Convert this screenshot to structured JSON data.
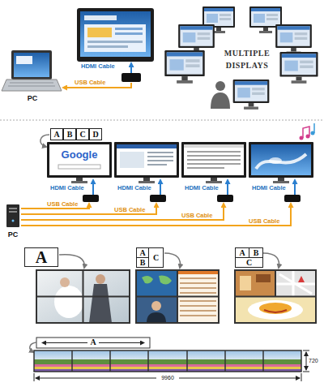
{
  "diagram": {
    "nodes": [
      {
        "text": [
          "PC"
        ]
      },
      {
        "text": [
          "A"
        ]
      },
      {
        "text": [
          "B"
        ]
      },
      {
        "text": [
          "C"
        ]
      },
      {
        "text": [
          "D"
        ]
      },
      {
        "text": [
          "PC"
        ]
      },
      {
        "text": [
          "A"
        ]
      },
      {
        "text": [
          "A"
        ]
      },
      {
        "text": [
          "B"
        ]
      },
      {
        "text": [
          "C"
        ]
      },
      {
        "text": [
          "A"
        ]
      },
      {
        "text": [
          "B"
        ]
      },
      {
        "text": [
          "C"
        ]
      }
    ],
    "labels": [
      "HDMI Cable",
      "USB Cable",
      "MULTIPLE DISPLAYS",
      "Google",
      "HDMI Cable",
      "HDMI Cable",
      "HDMI Cable",
      "HDMI Cable",
      "USB Cable",
      "USB Cable",
      "USB Cable",
      "USB Cable",
      "A",
      "9960",
      "720"
    ]
  }
}
